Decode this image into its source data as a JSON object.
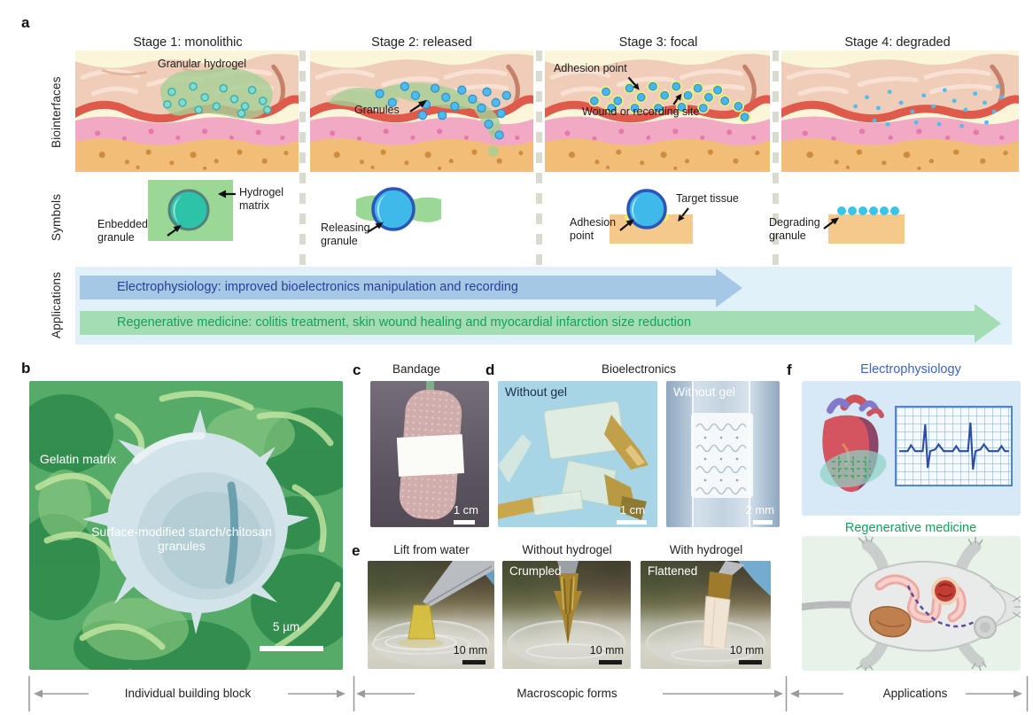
{
  "a": {
    "letter": "a",
    "row_biointerfaces": "Biointerfaces",
    "row_symbols": "Symbols",
    "row_applications": "Applications",
    "stage_titles": [
      "Stage 1: monolithic",
      "Stage 2: released",
      "Stage 3: focal",
      "Stage 4: degraded"
    ],
    "bio": {
      "granular_hydrogel": "Granular hydrogel",
      "granules": "Granules",
      "adhesion_point": "Adhesion point",
      "wound_site": "Wound or recording site"
    },
    "sym": {
      "embedded": "Enbedded granule",
      "matrix": "Hydrogel matrix",
      "releasing": "Releasing granule",
      "adhesion": "Adhesion point",
      "target": "Target tissue",
      "degrading": "Degrading granule"
    },
    "apps": {
      "blue": "Electrophysiology: improved bioelectronics manipulation and recording",
      "green": "Regenerative medicine: colitis treatment, skin wound healing and myocardial infarction size reduction"
    }
  },
  "b": {
    "letter": "b",
    "gelatin": "Gelatin matrix",
    "granule": "Surface-modified starch/chitosan granules",
    "scale": "5 µm"
  },
  "c": {
    "letter": "c",
    "title": "Bandage",
    "scale": "1 cm"
  },
  "d": {
    "letter": "d",
    "title": "Bioelectronics",
    "left_label": "Without gel",
    "right_label": "Without gel",
    "left_scale": "1 cm",
    "right_scale": "2 mm"
  },
  "e": {
    "letter": "e",
    "title_1": "Lift from water",
    "title_2": "Without hydrogel",
    "title_3": "With hydrogel",
    "overlay_2": "Crumpled",
    "overlay_3": "Flattened",
    "scale": "10 mm"
  },
  "f": {
    "letter": "f",
    "title_electro": "Electrophysiology",
    "title_regen": "Regenerative medicine"
  },
  "footer": {
    "block_1": "Individual building block",
    "block_2": "Macroscopic forms",
    "block_3": "Applications"
  },
  "colors": {
    "cream_bg": "#faf6da",
    "applications_bg": "#e0f1f9",
    "arrow_blue": "#a5c8e6",
    "arrow_blue_text": "#2c3e99",
    "arrow_green": "#a4dcb4",
    "arrow_green_text": "#12a35b",
    "granule_teal": "#2cc3a9",
    "granule_blue": "#3fb9e9",
    "tissue_tan": "#f5c98c",
    "matrix_green": "#9bd895",
    "electro_title": "#3d63cc",
    "regen_title": "#12a35b"
  }
}
